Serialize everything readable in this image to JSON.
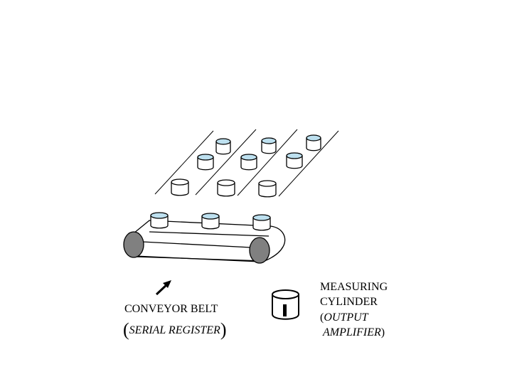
{
  "conveyor": {
    "line1": "CONVEYOR BELT",
    "open_paren": "(",
    "line2": "SERIAL REGISTER",
    "close_paren": ")"
  },
  "measuring": {
    "line1": "MEASURING",
    "line2": "CYLINDER",
    "line3_paren": "(",
    "line3": "OUTPUT",
    "line4": "AMPLIFIER",
    "line4_close": ")"
  },
  "colors": {
    "water": "#bde0ef",
    "roller": "#808080",
    "ink": "#000000"
  },
  "buckets": {
    "filled_rows": 2,
    "empty_rows": 1,
    "columns": 3
  }
}
